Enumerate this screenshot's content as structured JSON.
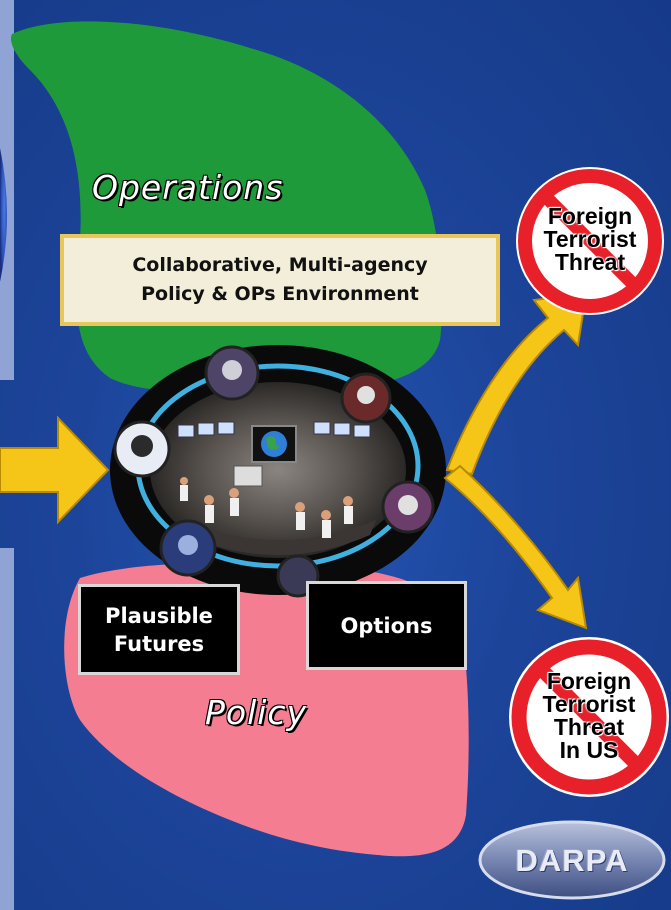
{
  "diagram": {
    "operations_label": "Operations",
    "policy_label": "Policy",
    "collab_box": {
      "line1": "Collaborative, Multi-agency",
      "line2": "Policy & OPs Environment"
    },
    "plausible_futures": {
      "line1": "Plausible",
      "line2": "Futures"
    },
    "options": "Options",
    "threat_top": {
      "line1": "Foreign",
      "line2": "Terrorist",
      "line3": "Threat"
    },
    "threat_bottom": {
      "line1": "Foreign",
      "line2": "Terrorist",
      "line3": "Threat",
      "line4": "In US"
    },
    "logo": "DARPA"
  },
  "colors": {
    "background": "#1c4499",
    "operations_green": "#1f9a3a",
    "policy_pink": "#f47d92",
    "arrow_yellow": "#f5c518",
    "no_sign_red": "#e8202a",
    "box_cream": "#f2eed9",
    "box_border_gold": "#e8c65a"
  }
}
